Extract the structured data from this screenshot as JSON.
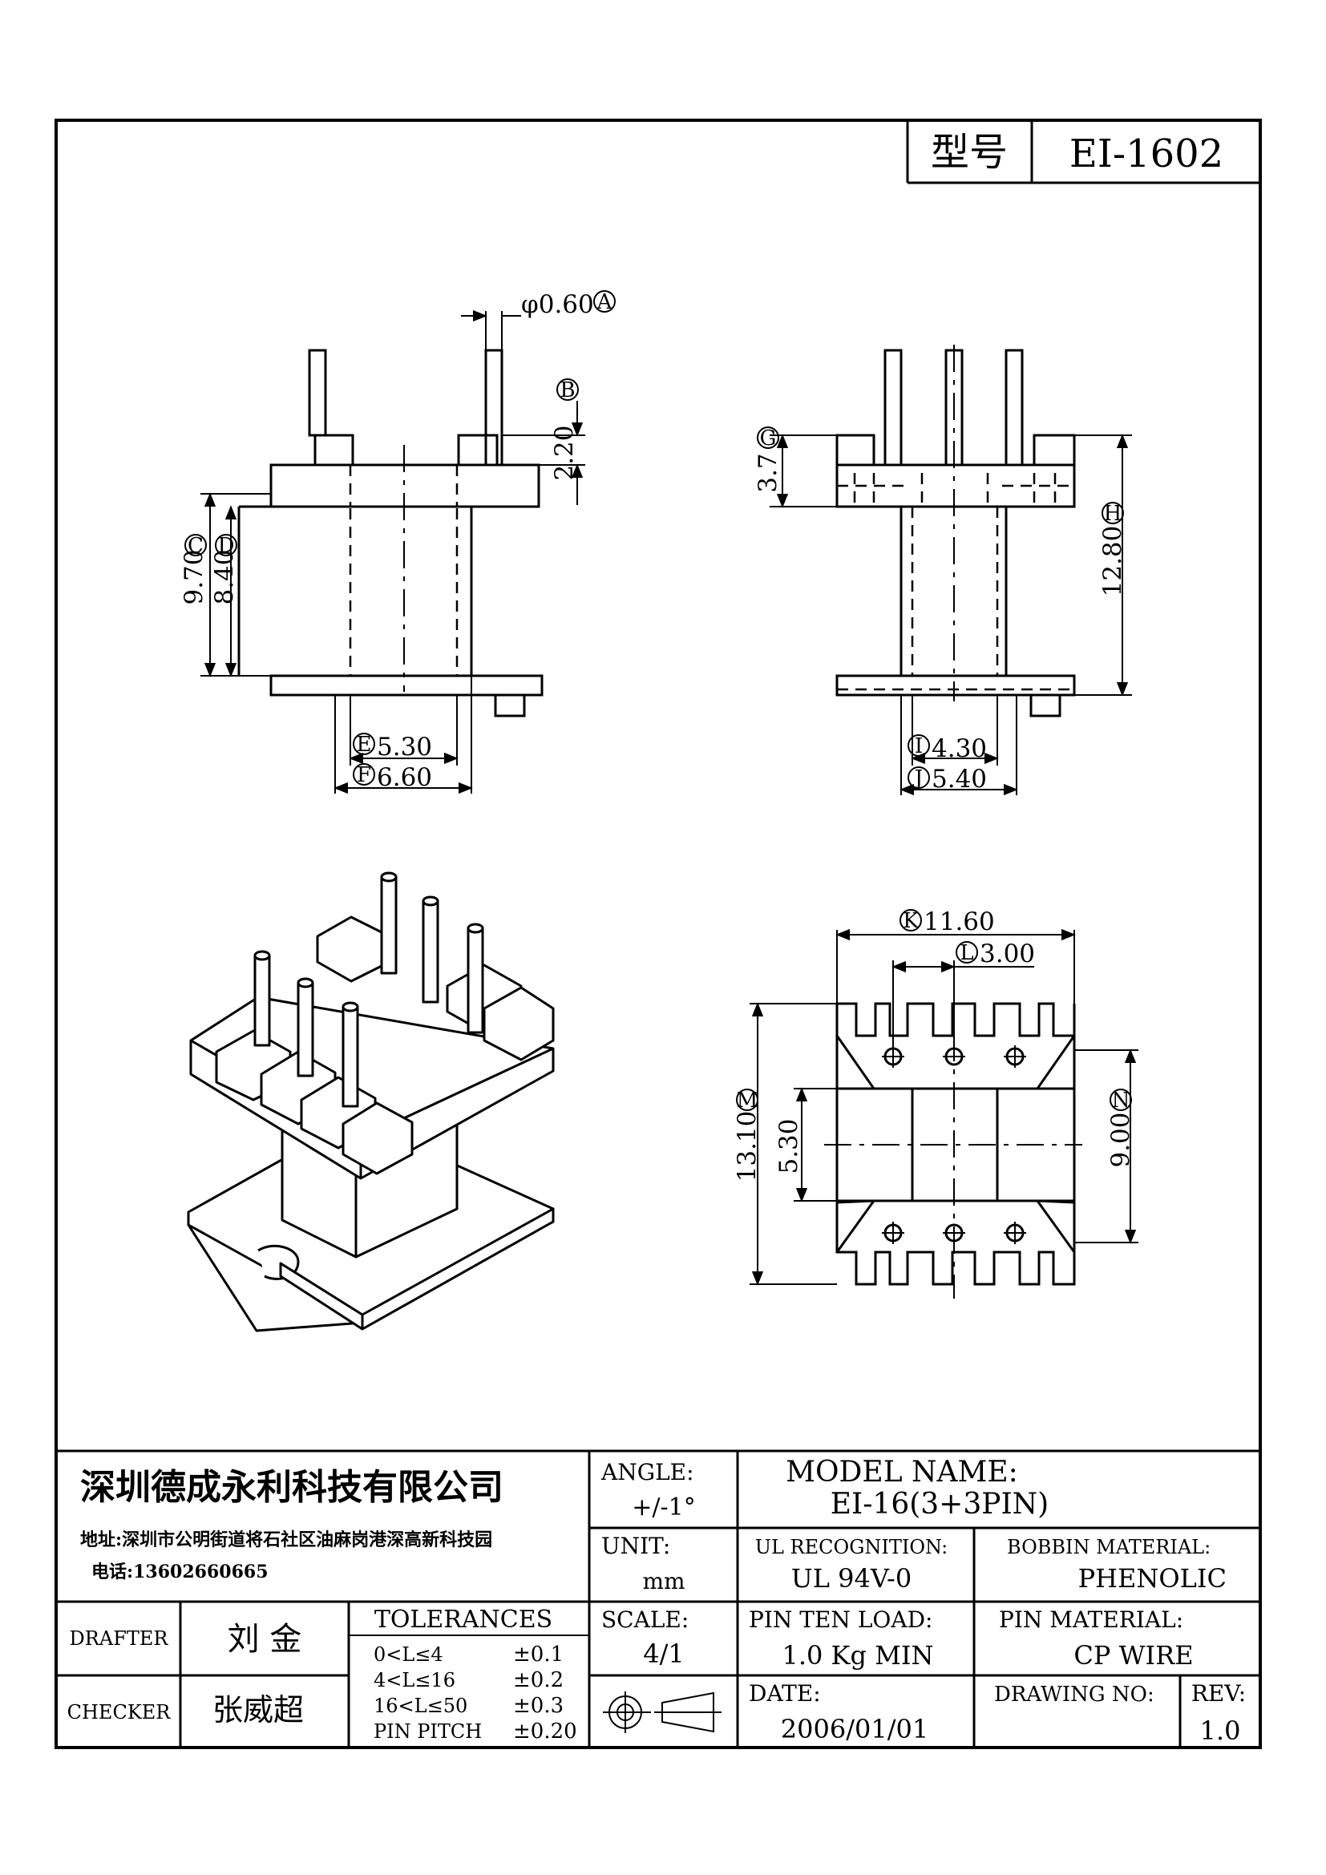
{
  "header": {
    "type_label": "型号",
    "type_value": "EI-1602"
  },
  "dimensions": {
    "A": {
      "letter": "A",
      "prefix": "φ",
      "value": "0.60"
    },
    "B": {
      "letter": "B",
      "value": "2.20"
    },
    "C": {
      "letter": "C",
      "value": "9.70"
    },
    "D": {
      "letter": "D",
      "value": "8.40"
    },
    "E": {
      "letter": "E",
      "value": "5.30"
    },
    "F": {
      "letter": "F",
      "value": "6.60"
    },
    "G": {
      "letter": "G",
      "value": "3.7"
    },
    "H": {
      "letter": "H",
      "value": "12.80"
    },
    "I": {
      "letter": "I",
      "value": "4.30"
    },
    "J": {
      "letter": "J",
      "value": "5.40"
    },
    "K": {
      "letter": "K",
      "value": "11.60"
    },
    "L": {
      "letter": "L",
      "value": "3.00"
    },
    "M": {
      "letter": "M",
      "value": "13.10"
    },
    "N": {
      "letter": "N",
      "value": "9.00"
    },
    "unlabeled_bottom_height": "5.30"
  },
  "title_block": {
    "company": "深圳德成永利科技有限公司",
    "address": "地址:深圳市公明街道将石社区油麻岗港深高新科技园",
    "phone": "电话:13602660665",
    "angle_label": "ANGLE:",
    "angle_value": "+/-1°",
    "model_name_label": "MODEL NAME:",
    "model_name_value": "EI-16(3+3PIN)",
    "unit_label": "UNIT:",
    "unit_value": "mm",
    "ul_label": "UL RECOGNITION:",
    "ul_value": "UL 94V-0",
    "bobbin_label": "BOBBIN MATERIAL:",
    "bobbin_value": "PHENOLIC",
    "drafter_label": "DRAFTER",
    "drafter_value": "刘 金",
    "checker_label": "CHECKER",
    "checker_value": "张威超",
    "tolerances_label": "TOLERANCES",
    "tolerances": [
      {
        "range": "0<L≤4",
        "value": "±0.1"
      },
      {
        "range": "4<L≤16",
        "value": "±0.2"
      },
      {
        "range": "16<L≤50",
        "value": "±0.3"
      },
      {
        "range": "PIN PITCH",
        "value": "±0.20"
      }
    ],
    "scale_label": "SCALE:",
    "scale_value": "4/1",
    "pin_load_label": "PIN TEN LOAD:",
    "pin_load_value": "1.0 Kg MIN",
    "pin_material_label": "PIN MATERIAL:",
    "pin_material_value": "CP WIRE",
    "date_label": "DATE:",
    "date_value": "2006/01/01",
    "drawing_no_label": "DRAWING NO:",
    "drawing_no_value": "",
    "rev_label": "REV:",
    "rev_value": "1.0"
  }
}
